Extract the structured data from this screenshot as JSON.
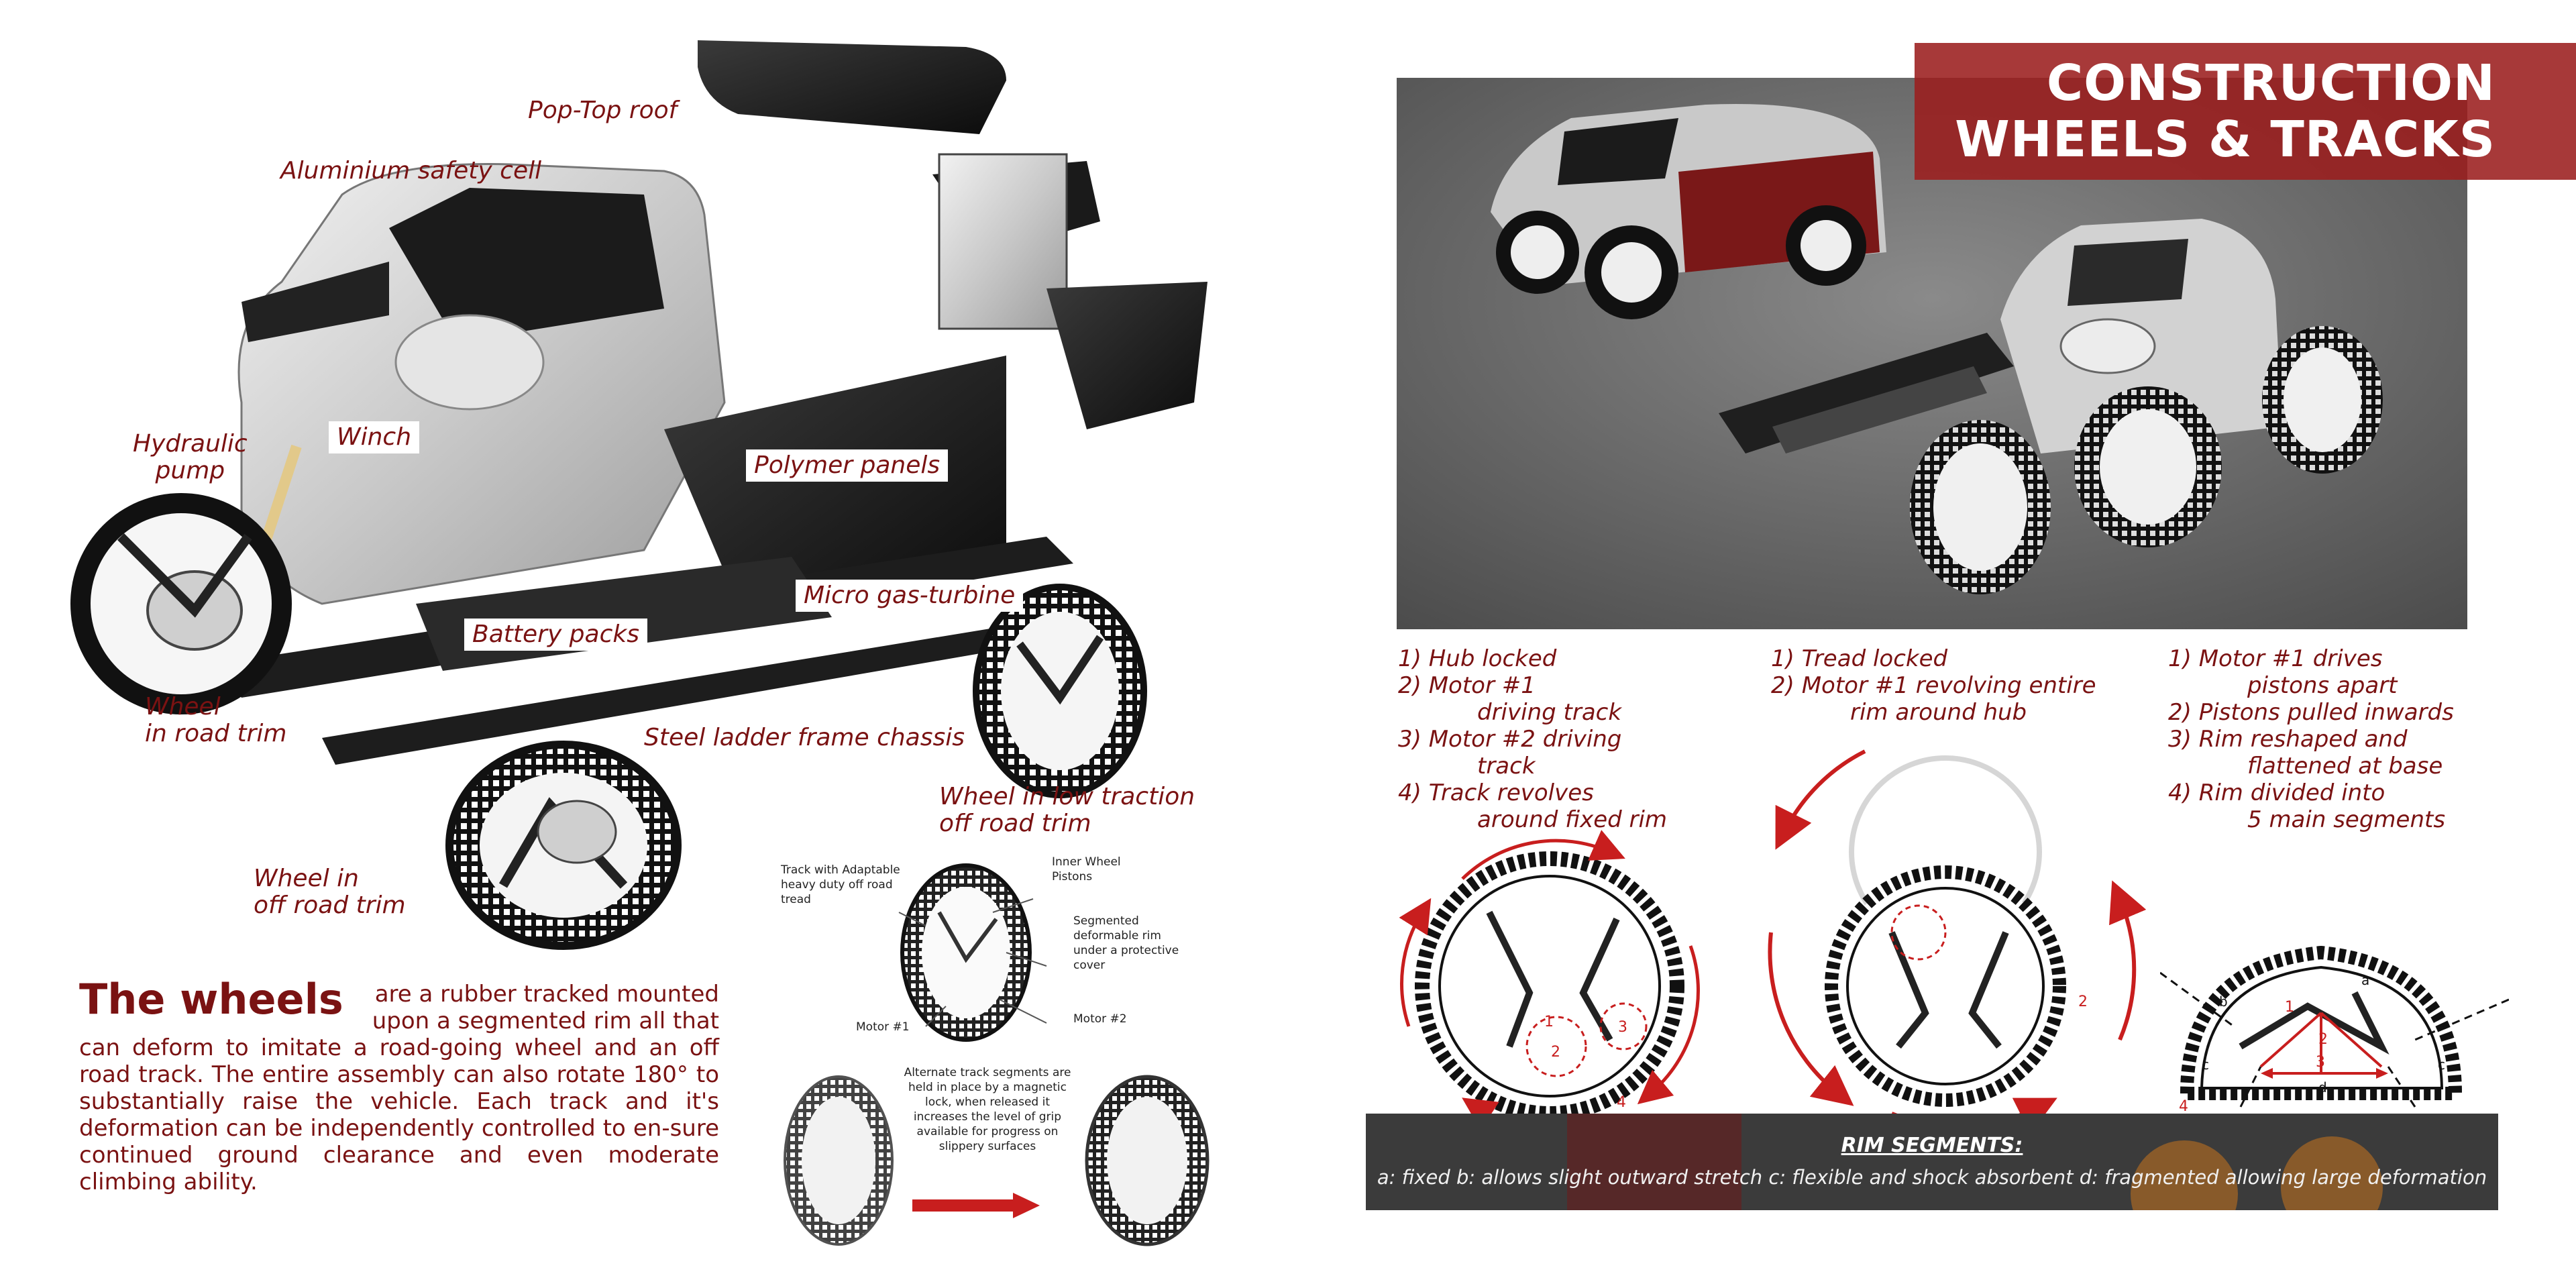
{
  "labels": {
    "pop_top": "Pop-Top roof",
    "safety_cell": "Aluminium safety cell",
    "hydraulic": "Hydraulic\npump",
    "winch": "Winch",
    "polymer": "Polymer panels",
    "micro_turbine": "Micro gas-turbine",
    "battery": "Battery packs",
    "wheel_road": "Wheel\nin road trim",
    "ladder": "Steel ladder frame chassis",
    "wheel_low": "Wheel in low traction\noff road trim",
    "wheel_offroad": "Wheel in\noff road trim"
  },
  "wheels_section": {
    "title": "The wheels",
    "lead": "are a rubber tracked mounted upon a segmented rim all that",
    "body": "can deform to imitate a road-going wheel and an off road track. The entire assembly can also rotate 180° to substantially raise the vehicle. Each track  and it's deformation can be independently controlled to en-sure continued ground clearance and even moderate climbing ability."
  },
  "diagram": {
    "track": "Track with Adaptable\nheavy duty off road\ntread",
    "inner_pistons": "Inner Wheel\nPistons",
    "segmented_rim": "Segmented\ndeformable rim\nunder a protective\ncover",
    "motor1": "Motor #1",
    "motor2": "Motor #2",
    "alternate": "Alternate track segments are\nheld in place by a magnetic\nlock, when released it\nincreases the level of grip\navailable for progress on\nslippery surfaces"
  },
  "header": {
    "line1": "CONSTRUCTION",
    "line2": "WHEELS & TRACKS"
  },
  "modes": [
    {
      "steps": [
        "1) Hub locked",
        "2) Motor #1",
        "driving track",
        "3) Motor #2 driving",
        "track",
        "4) Track revolves",
        "around fixed rim"
      ]
    },
    {
      "steps": [
        "1) Tread locked",
        "2) Motor #1 revolving entire",
        "rim around hub"
      ]
    },
    {
      "steps": [
        "1) Motor #1 drives",
        "pistons apart",
        "2) Pistons pulled inwards",
        "3) Rim reshaped and",
        "flattened at base",
        "4) Rim divided into",
        "5 main segments"
      ]
    }
  ],
  "fig_numbers": {
    "a1": "1",
    "a2": "2",
    "a3": "3",
    "a4": "4",
    "b2": "2",
    "c1": "1",
    "c2": "2",
    "c3": "3",
    "c4": "4",
    "seg_a": "a",
    "seg_b": "b",
    "seg_c1": "c",
    "seg_c2": "c",
    "seg_d": "d"
  },
  "rim_segments": {
    "title": "RIM SEGMENTS:",
    "text": "a: fixed  b: allows slight outward stretch  c: flexible and shock absorbent  d: fragmented allowing large deformation"
  },
  "colors": {
    "maroon": "#7a1212",
    "accent_red": "#c81e1e",
    "title_box": "#9b1e1e"
  }
}
